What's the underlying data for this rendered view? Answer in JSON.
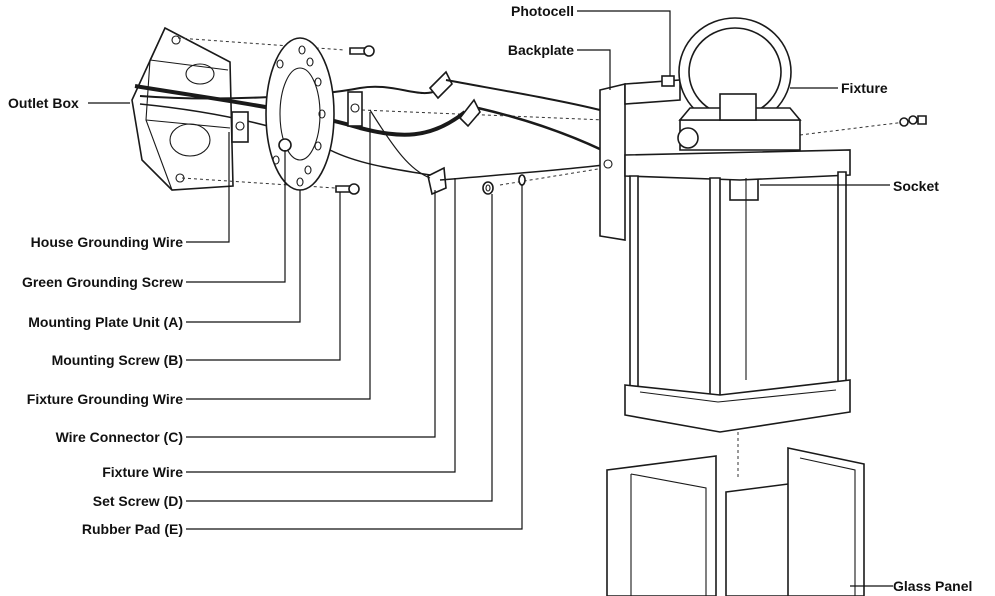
{
  "diagram": {
    "labels": {
      "photocell": "Photocell",
      "backplate": "Backplate",
      "fixture": "Fixture",
      "socket": "Socket",
      "outlet_box": "Outlet Box",
      "house_grounding_wire": "House Grounding Wire",
      "green_grounding_screw": "Green Grounding Screw",
      "mounting_plate_unit": "Mounting Plate Unit (A)",
      "mounting_screw": "Mounting Screw (B)",
      "fixture_grounding_wire": "Fixture Grounding Wire",
      "wire_connector": "Wire Connector (C)",
      "fixture_wire": "Fixture Wire",
      "set_screw": "Set Screw (D)",
      "rubber_pad": "Rubber Pad (E)",
      "glass_panel": "Glass Panel"
    }
  }
}
